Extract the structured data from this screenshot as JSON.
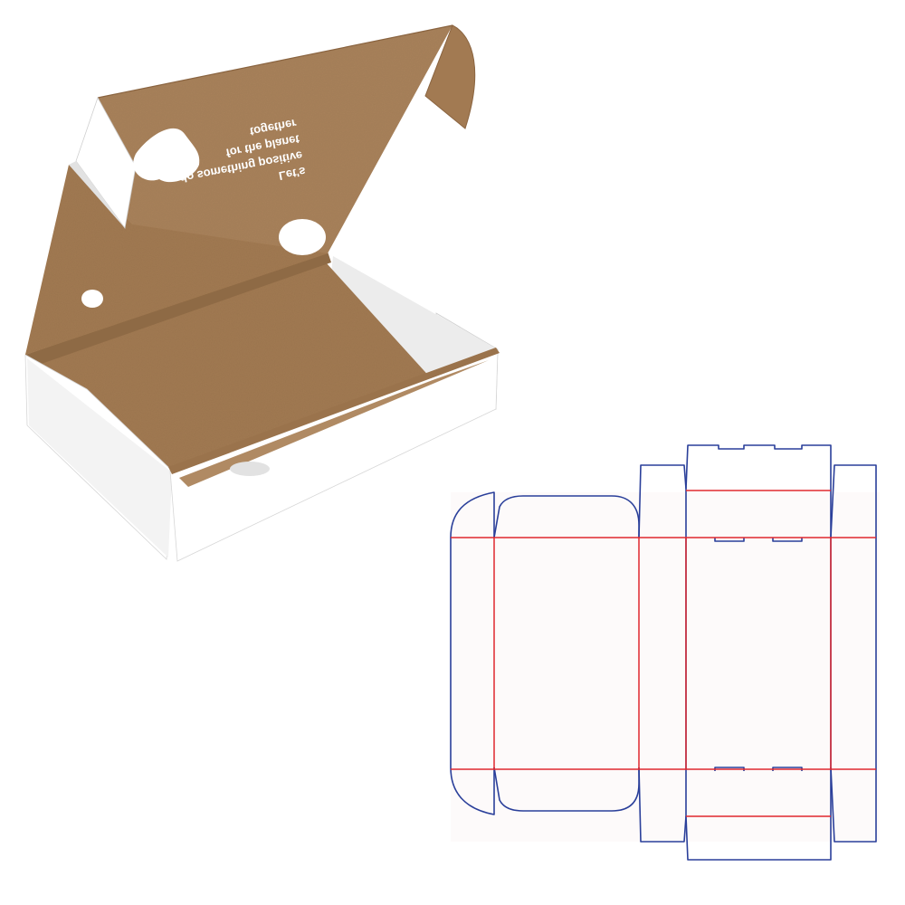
{
  "box_print": {
    "lines": [
      "Let's",
      "do something positive",
      "for the planet",
      "together"
    ]
  },
  "colors": {
    "kraft": "#a8815a",
    "kraft_dark": "#98704a",
    "white_board": "#ffffff",
    "shadow_gray": "#cfcfcf",
    "cut_line": "#2a3f9a",
    "fold_line": "#e0282e",
    "dieline_fill": "#fdfafa"
  }
}
